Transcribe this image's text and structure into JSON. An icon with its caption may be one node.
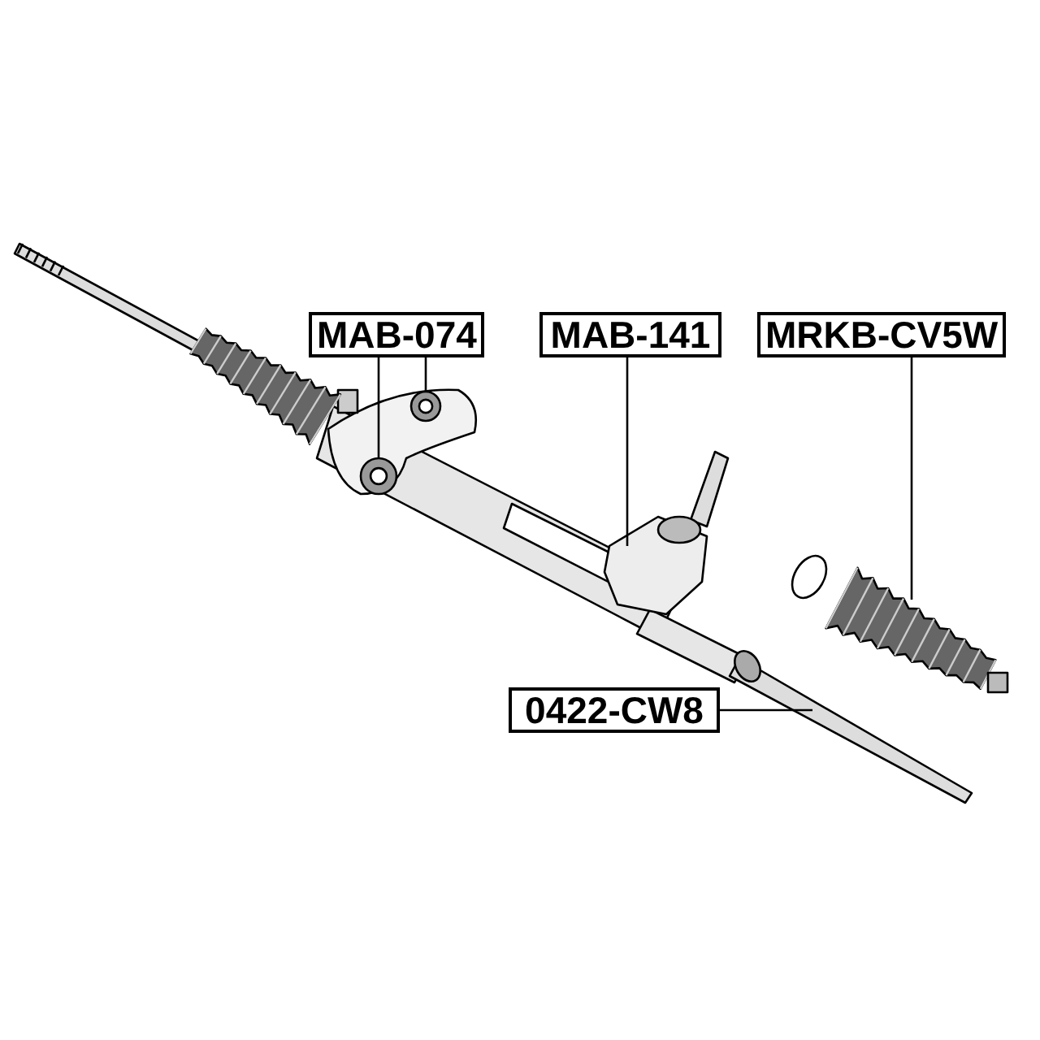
{
  "diagram": {
    "nodes": [
      {
        "text": [
          "MAB-074"
        ]
      },
      {
        "text": [
          "MAB-141"
        ]
      },
      {
        "text": [
          "MRKB-CV5W"
        ]
      },
      {
        "text": [
          "0422-CW8"
        ]
      },
      {
        "text": [],
        "shape": "circle"
      },
      {
        "text": [],
        "shape": "circle"
      },
      {
        "text": [],
        "shape": "picture"
      },
      {
        "text": [],
        "shape": "picture"
      },
      {
        "text": [],
        "shape": "bar"
      },
      {
        "text": [],
        "shape": "picture"
      }
    ],
    "edges": [
      {
        "from": 0,
        "to": 5,
        "arrow": "none"
      },
      {
        "from": 0,
        "to": 4,
        "arrow": "none"
      },
      {
        "from": 1,
        "to": 6,
        "arrow": "none"
      },
      {
        "from": 2,
        "to": 7,
        "arrow": "none"
      },
      {
        "from": 3,
        "to": 8,
        "arrow": "none"
      }
    ]
  }
}
